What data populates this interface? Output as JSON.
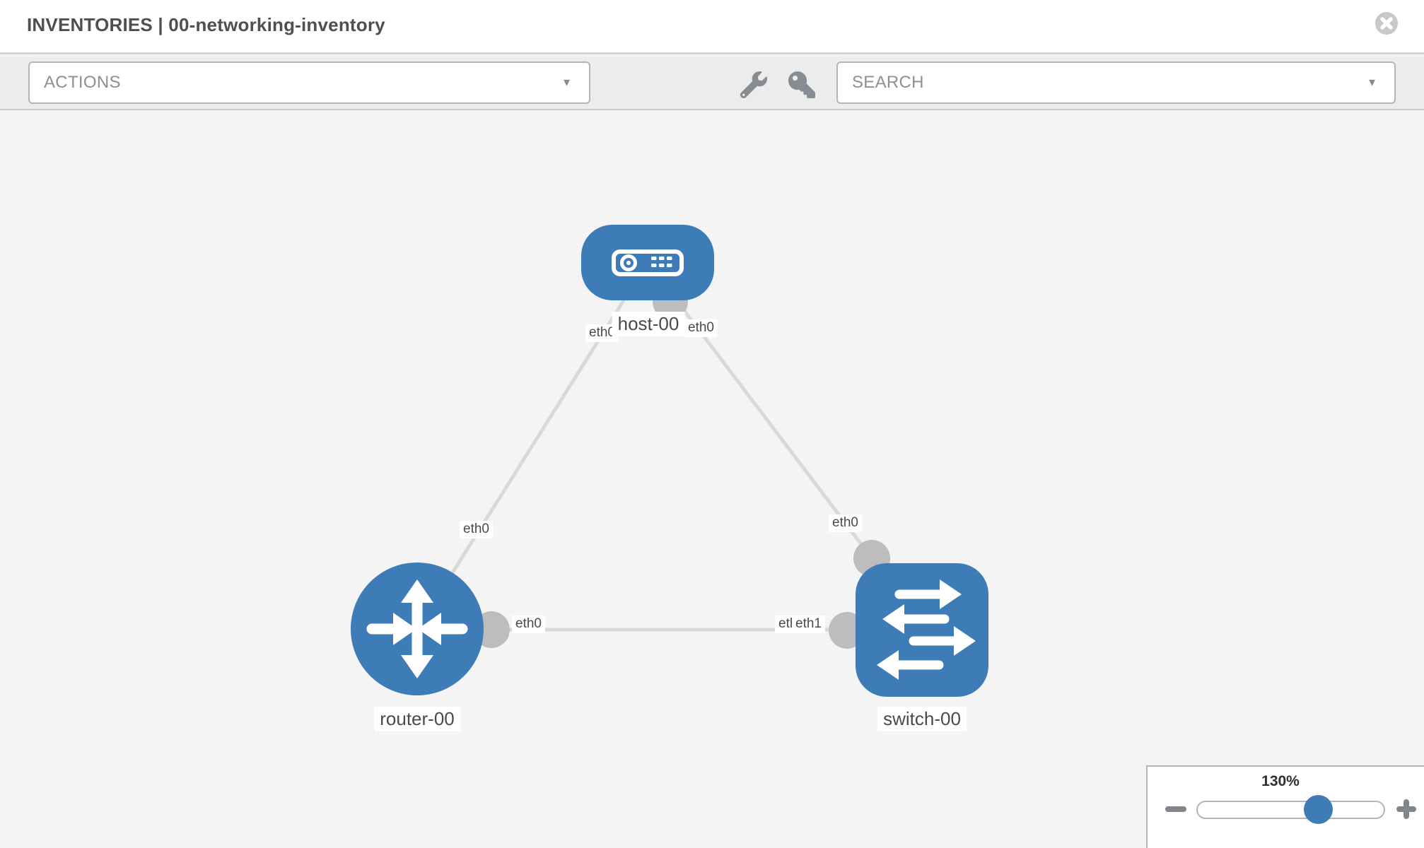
{
  "header": {
    "title": "INVENTORIES | 00-networking-inventory",
    "close_icon": "times-circle"
  },
  "toolbar": {
    "actions_label": "ACTIONS",
    "search_label": "SEARCH",
    "caret": "▼",
    "icons": [
      "wrench",
      "key"
    ]
  },
  "topology": {
    "nodes": [
      {
        "id": "host-00",
        "type": "host",
        "label": "host-00"
      },
      {
        "id": "router-00",
        "type": "router",
        "label": "router-00"
      },
      {
        "id": "switch-00",
        "type": "switch",
        "label": "switch-00"
      }
    ],
    "links": [
      {
        "source": "host-00",
        "target": "router-00",
        "source_interface": "eth0",
        "target_interface": "eth0"
      },
      {
        "source": "host-00",
        "target": "switch-00",
        "source_interface": "eth0",
        "target_interface": "eth0"
      },
      {
        "source": "router-00",
        "target": "switch-00",
        "source_interface": "eth0",
        "target_interface": "eth1"
      }
    ],
    "interface_labels": [
      {
        "text": "eth0",
        "position": "host-left"
      },
      {
        "text": "eth0",
        "position": "host-right"
      },
      {
        "text": "eth0",
        "position": "router-top"
      },
      {
        "text": "eth0",
        "position": "switch-top"
      },
      {
        "text": "eth0",
        "position": "router-link-right"
      },
      {
        "text": "eth0",
        "position": "switch-link-left-back"
      },
      {
        "text": "eth1",
        "position": "switch-link-left-front"
      }
    ]
  },
  "zoom_widget": {
    "level": "130%",
    "minus_icon": "minus",
    "plus_icon": "plus"
  },
  "colors": {
    "node_fill": "#3d7cb7",
    "link": "#d9d9d9",
    "interface_circle": "#bdbdbd",
    "canvas_background": "#f4f4f4",
    "toolbar_background": "#ececec"
  }
}
